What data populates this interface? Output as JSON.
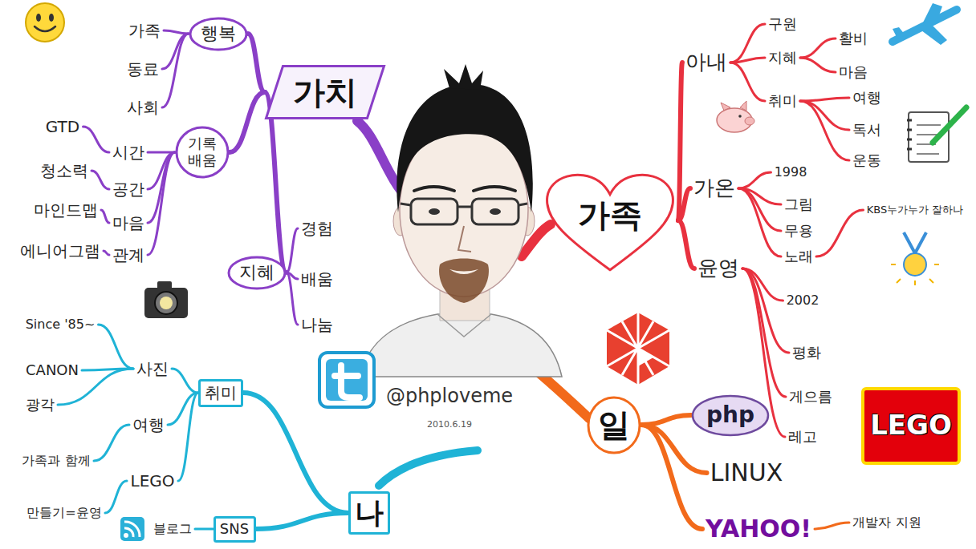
{
  "diagram": {
    "nodes": [
      {
        "text": [
          "가치"
        ]
      },
      {
        "text": [
          "행복"
        ]
      },
      {
        "text": [
          "가족"
        ]
      },
      {
        "text": [
          "동료"
        ]
      },
      {
        "text": [
          "사회"
        ]
      },
      {
        "text": [
          "기록 배움"
        ]
      },
      {
        "text": [
          "시간"
        ]
      },
      {
        "text": [
          "GTD"
        ]
      },
      {
        "text": [
          "공간"
        ]
      },
      {
        "text": [
          "청소력"
        ]
      },
      {
        "text": [
          "마음"
        ]
      },
      {
        "text": [
          "마인드맵"
        ]
      },
      {
        "text": [
          "관계"
        ]
      },
      {
        "text": [
          "에니어그램"
        ]
      },
      {
        "text": [
          "지혜"
        ]
      },
      {
        "text": [
          "경험"
        ]
      },
      {
        "text": [
          "배움"
        ]
      },
      {
        "text": [
          "나눔"
        ]
      },
      {
        "text": [
          "가족"
        ]
      },
      {
        "text": [
          "아내"
        ]
      },
      {
        "text": [
          "구원"
        ]
      },
      {
        "text": [
          "지혜"
        ]
      },
      {
        "text": [
          "활비"
        ]
      },
      {
        "text": [
          "마음"
        ]
      },
      {
        "text": [
          "취미"
        ]
      },
      {
        "text": [
          "여행"
        ]
      },
      {
        "text": [
          "독서"
        ]
      },
      {
        "text": [
          "운동"
        ]
      },
      {
        "text": [
          "가온"
        ]
      },
      {
        "text": [
          "1998"
        ]
      },
      {
        "text": [
          "그림"
        ]
      },
      {
        "text": [
          "무용"
        ]
      },
      {
        "text": [
          "노래"
        ]
      },
      {
        "text": [
          "KBS누가누가 잘하나"
        ]
      },
      {
        "text": [
          "윤영"
        ]
      },
      {
        "text": [
          "2002"
        ]
      },
      {
        "text": [
          "평화"
        ]
      },
      {
        "text": [
          "게으름"
        ]
      },
      {
        "text": [
          "레고"
        ]
      },
      {
        "text": [
          "일"
        ]
      },
      {
        "text": [
          "php"
        ]
      },
      {
        "text": [
          "LINUX"
        ]
      },
      {
        "text": [
          "YAHOO!"
        ]
      },
      {
        "text": [
          "개발자 지원"
        ]
      },
      {
        "text": [
          "나"
        ]
      },
      {
        "text": [
          "취미"
        ]
      },
      {
        "text": [
          "사진"
        ]
      },
      {
        "text": [
          "Since '85~"
        ]
      },
      {
        "text": [
          "CANON"
        ]
      },
      {
        "text": [
          "광각"
        ]
      },
      {
        "text": [
          "여행"
        ]
      },
      {
        "text": [
          "가족과 함께"
        ]
      },
      {
        "text": [
          "LEGO"
        ]
      },
      {
        "text": [
          "만들기=윤영"
        ]
      },
      {
        "text": [
          "SNS"
        ]
      },
      {
        "text": [
          "블로그"
        ]
      }
    ],
    "edges": [
      {
        "from": 0,
        "to": 1,
        "arrow": "none"
      },
      {
        "from": 1,
        "to": 2,
        "arrow": "none"
      },
      {
        "from": 1,
        "to": 3,
        "arrow": "none"
      },
      {
        "from": 1,
        "to": 4,
        "arrow": "none"
      },
      {
        "from": 0,
        "to": 5,
        "arrow": "none"
      },
      {
        "from": 5,
        "to": 6,
        "arrow": "none"
      },
      {
        "from": 6,
        "to": 7,
        "arrow": "none"
      },
      {
        "from": 5,
        "to": 8,
        "arrow": "none"
      },
      {
        "from": 8,
        "to": 9,
        "arrow": "none"
      },
      {
        "from": 5,
        "to": 10,
        "arrow": "none"
      },
      {
        "from": 10,
        "to": 11,
        "arrow": "none"
      },
      {
        "from": 5,
        "to": 12,
        "arrow": "none"
      },
      {
        "from": 12,
        "to": 13,
        "arrow": "none"
      },
      {
        "from": 0,
        "to": 14,
        "arrow": "none"
      },
      {
        "from": 14,
        "to": 15,
        "arrow": "none"
      },
      {
        "from": 14,
        "to": 16,
        "arrow": "none"
      },
      {
        "from": 14,
        "to": 17,
        "arrow": "none"
      },
      {
        "from": 18,
        "to": 19,
        "arrow": "none"
      },
      {
        "from": 19,
        "to": 20,
        "arrow": "none"
      },
      {
        "from": 19,
        "to": 21,
        "arrow": "none"
      },
      {
        "from": 21,
        "to": 22,
        "arrow": "none"
      },
      {
        "from": 21,
        "to": 23,
        "arrow": "none"
      },
      {
        "from": 19,
        "to": 24,
        "arrow": "none"
      },
      {
        "from": 24,
        "to": 25,
        "arrow": "none"
      },
      {
        "from": 24,
        "to": 26,
        "arrow": "none"
      },
      {
        "from": 24,
        "to": 27,
        "arrow": "none"
      },
      {
        "from": 18,
        "to": 28,
        "arrow": "none"
      },
      {
        "from": 28,
        "to": 29,
        "arrow": "none"
      },
      {
        "from": 28,
        "to": 30,
        "arrow": "none"
      },
      {
        "from": 28,
        "to": 31,
        "arrow": "none"
      },
      {
        "from": 28,
        "to": 32,
        "arrow": "none"
      },
      {
        "from": 32,
        "to": 33,
        "arrow": "none"
      },
      {
        "from": 18,
        "to": 34,
        "arrow": "none"
      },
      {
        "from": 34,
        "to": 35,
        "arrow": "none"
      },
      {
        "from": 34,
        "to": 36,
        "arrow": "none"
      },
      {
        "from": 34,
        "to": 37,
        "arrow": "none"
      },
      {
        "from": 34,
        "to": 38,
        "arrow": "none"
      },
      {
        "from": 39,
        "to": 40,
        "arrow": "none"
      },
      {
        "from": 39,
        "to": 41,
        "arrow": "none"
      },
      {
        "from": 39,
        "to": 42,
        "arrow": "none"
      },
      {
        "from": 42,
        "to": 43,
        "arrow": "none"
      },
      {
        "from": 44,
        "to": 45,
        "arrow": "none"
      },
      {
        "from": 45,
        "to": 46,
        "arrow": "none"
      },
      {
        "from": 46,
        "to": 47,
        "arrow": "none"
      },
      {
        "from": 46,
        "to": 48,
        "arrow": "none"
      },
      {
        "from": 46,
        "to": 49,
        "arrow": "none"
      },
      {
        "from": 45,
        "to": 50,
        "arrow": "none"
      },
      {
        "from": 50,
        "to": 51,
        "arrow": "none"
      },
      {
        "from": 45,
        "to": 52,
        "arrow": "none"
      },
      {
        "from": 52,
        "to": 53,
        "arrow": "none"
      },
      {
        "from": 44,
        "to": 54,
        "arrow": "none"
      },
      {
        "from": 54,
        "to": 55,
        "arrow": "none"
      }
    ],
    "labels": [
      "@phploveme",
      "2010.6.19",
      "LEGO"
    ]
  }
}
